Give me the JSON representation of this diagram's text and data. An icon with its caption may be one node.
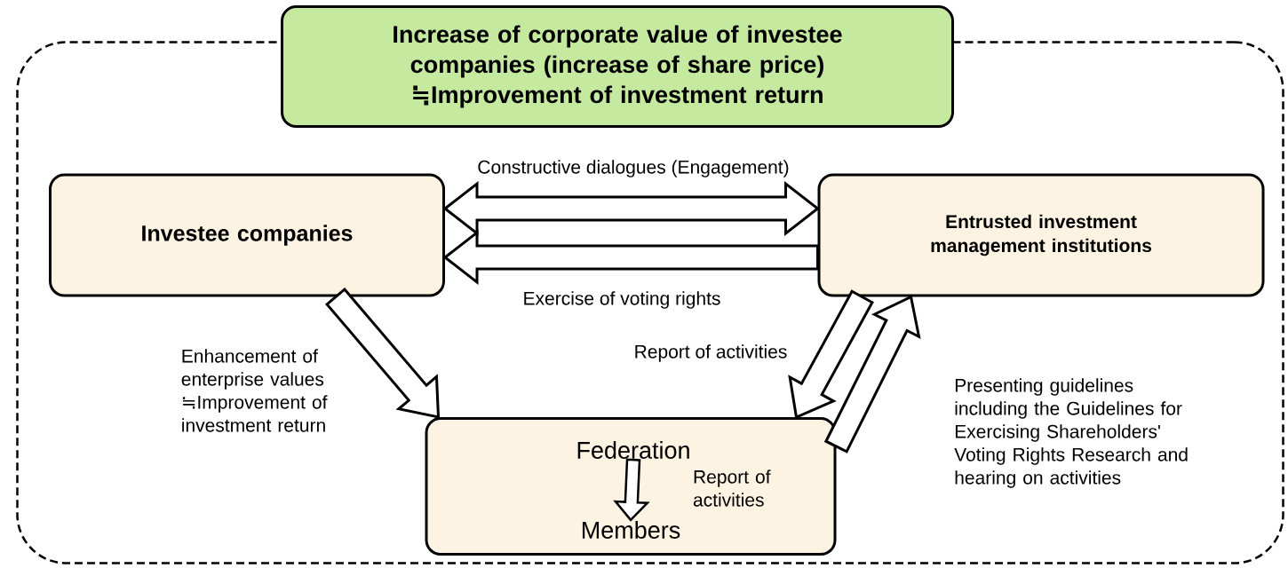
{
  "diagram": {
    "nodes": [
      {
        "text": [
          "Increase of corporate value of investee companies (increase of share price) ≒Improvement of investment return"
        ]
      },
      {
        "text": [],
        "shape": "box"
      },
      {
        "text": [
          "Investee companies"
        ],
        "in": 1
      },
      {
        "text": [
          "Entrusted investment management institutions"
        ],
        "in": 1
      },
      {
        "text": [],
        "shape": "box",
        "in": 1
      },
      {
        "text": [
          "Federation"
        ],
        "in": 4
      },
      {
        "text": [
          "Members"
        ],
        "in": 4
      }
    ],
    "edges": [
      {
        "from": 2,
        "to": 3,
        "arrow": "both",
        "label": "Constructive dialogues (Engagement)"
      },
      {
        "from": 3,
        "to": 2,
        "arrow": "to",
        "label": "Exercise of voting rights"
      },
      {
        "from": 2,
        "to": 4,
        "arrow": "to",
        "label": "Enhancement of enterprise values ≒Improvement of investment return"
      },
      {
        "from": 3,
        "to": 4,
        "arrow": "to",
        "label": "Report of activities"
      },
      {
        "from": 4,
        "to": 3,
        "arrow": "to",
        "label": "Presenting guidelines including the Guidelines for Exercising Shareholders' Voting Rights Research and hearing on activities"
      },
      {
        "from": 5,
        "to": 6,
        "arrow": "to",
        "label": "Report of activities"
      }
    ]
  }
}
